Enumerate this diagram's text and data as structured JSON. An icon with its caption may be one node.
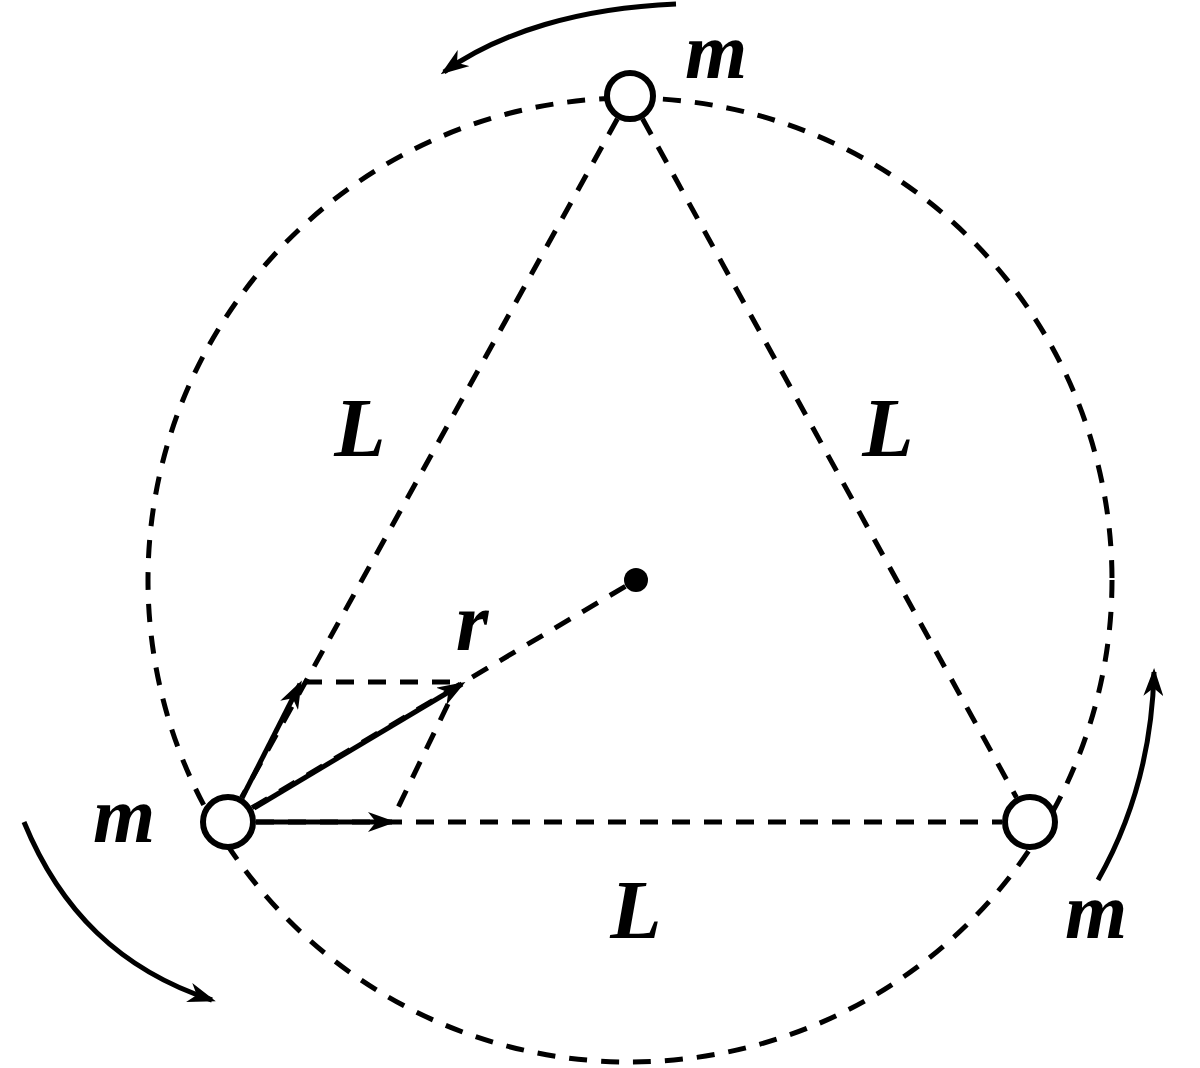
{
  "diagram": {
    "nodes": [
      {
        "text": [],
        "shape": "circle",
        "beside": [
          "m"
        ]
      },
      {
        "text": [],
        "shape": "circle",
        "beside": [
          "m"
        ]
      },
      {
        "text": [],
        "shape": "circle",
        "beside": [
          "m"
        ]
      },
      {
        "text": [],
        "shape": "dot"
      }
    ],
    "edges": [
      {
        "from": 0,
        "to": 1,
        "arrow": "none",
        "label": "L",
        "style": "dashed"
      },
      {
        "from": 0,
        "to": 2,
        "arrow": "none",
        "label": "L",
        "style": "dashed"
      },
      {
        "from": 1,
        "to": 2,
        "arrow": "none",
        "label": "L",
        "style": "dashed"
      },
      {
        "from": 1,
        "to": 3,
        "arrow": "none",
        "label": "r",
        "style": "dashed"
      }
    ]
  }
}
